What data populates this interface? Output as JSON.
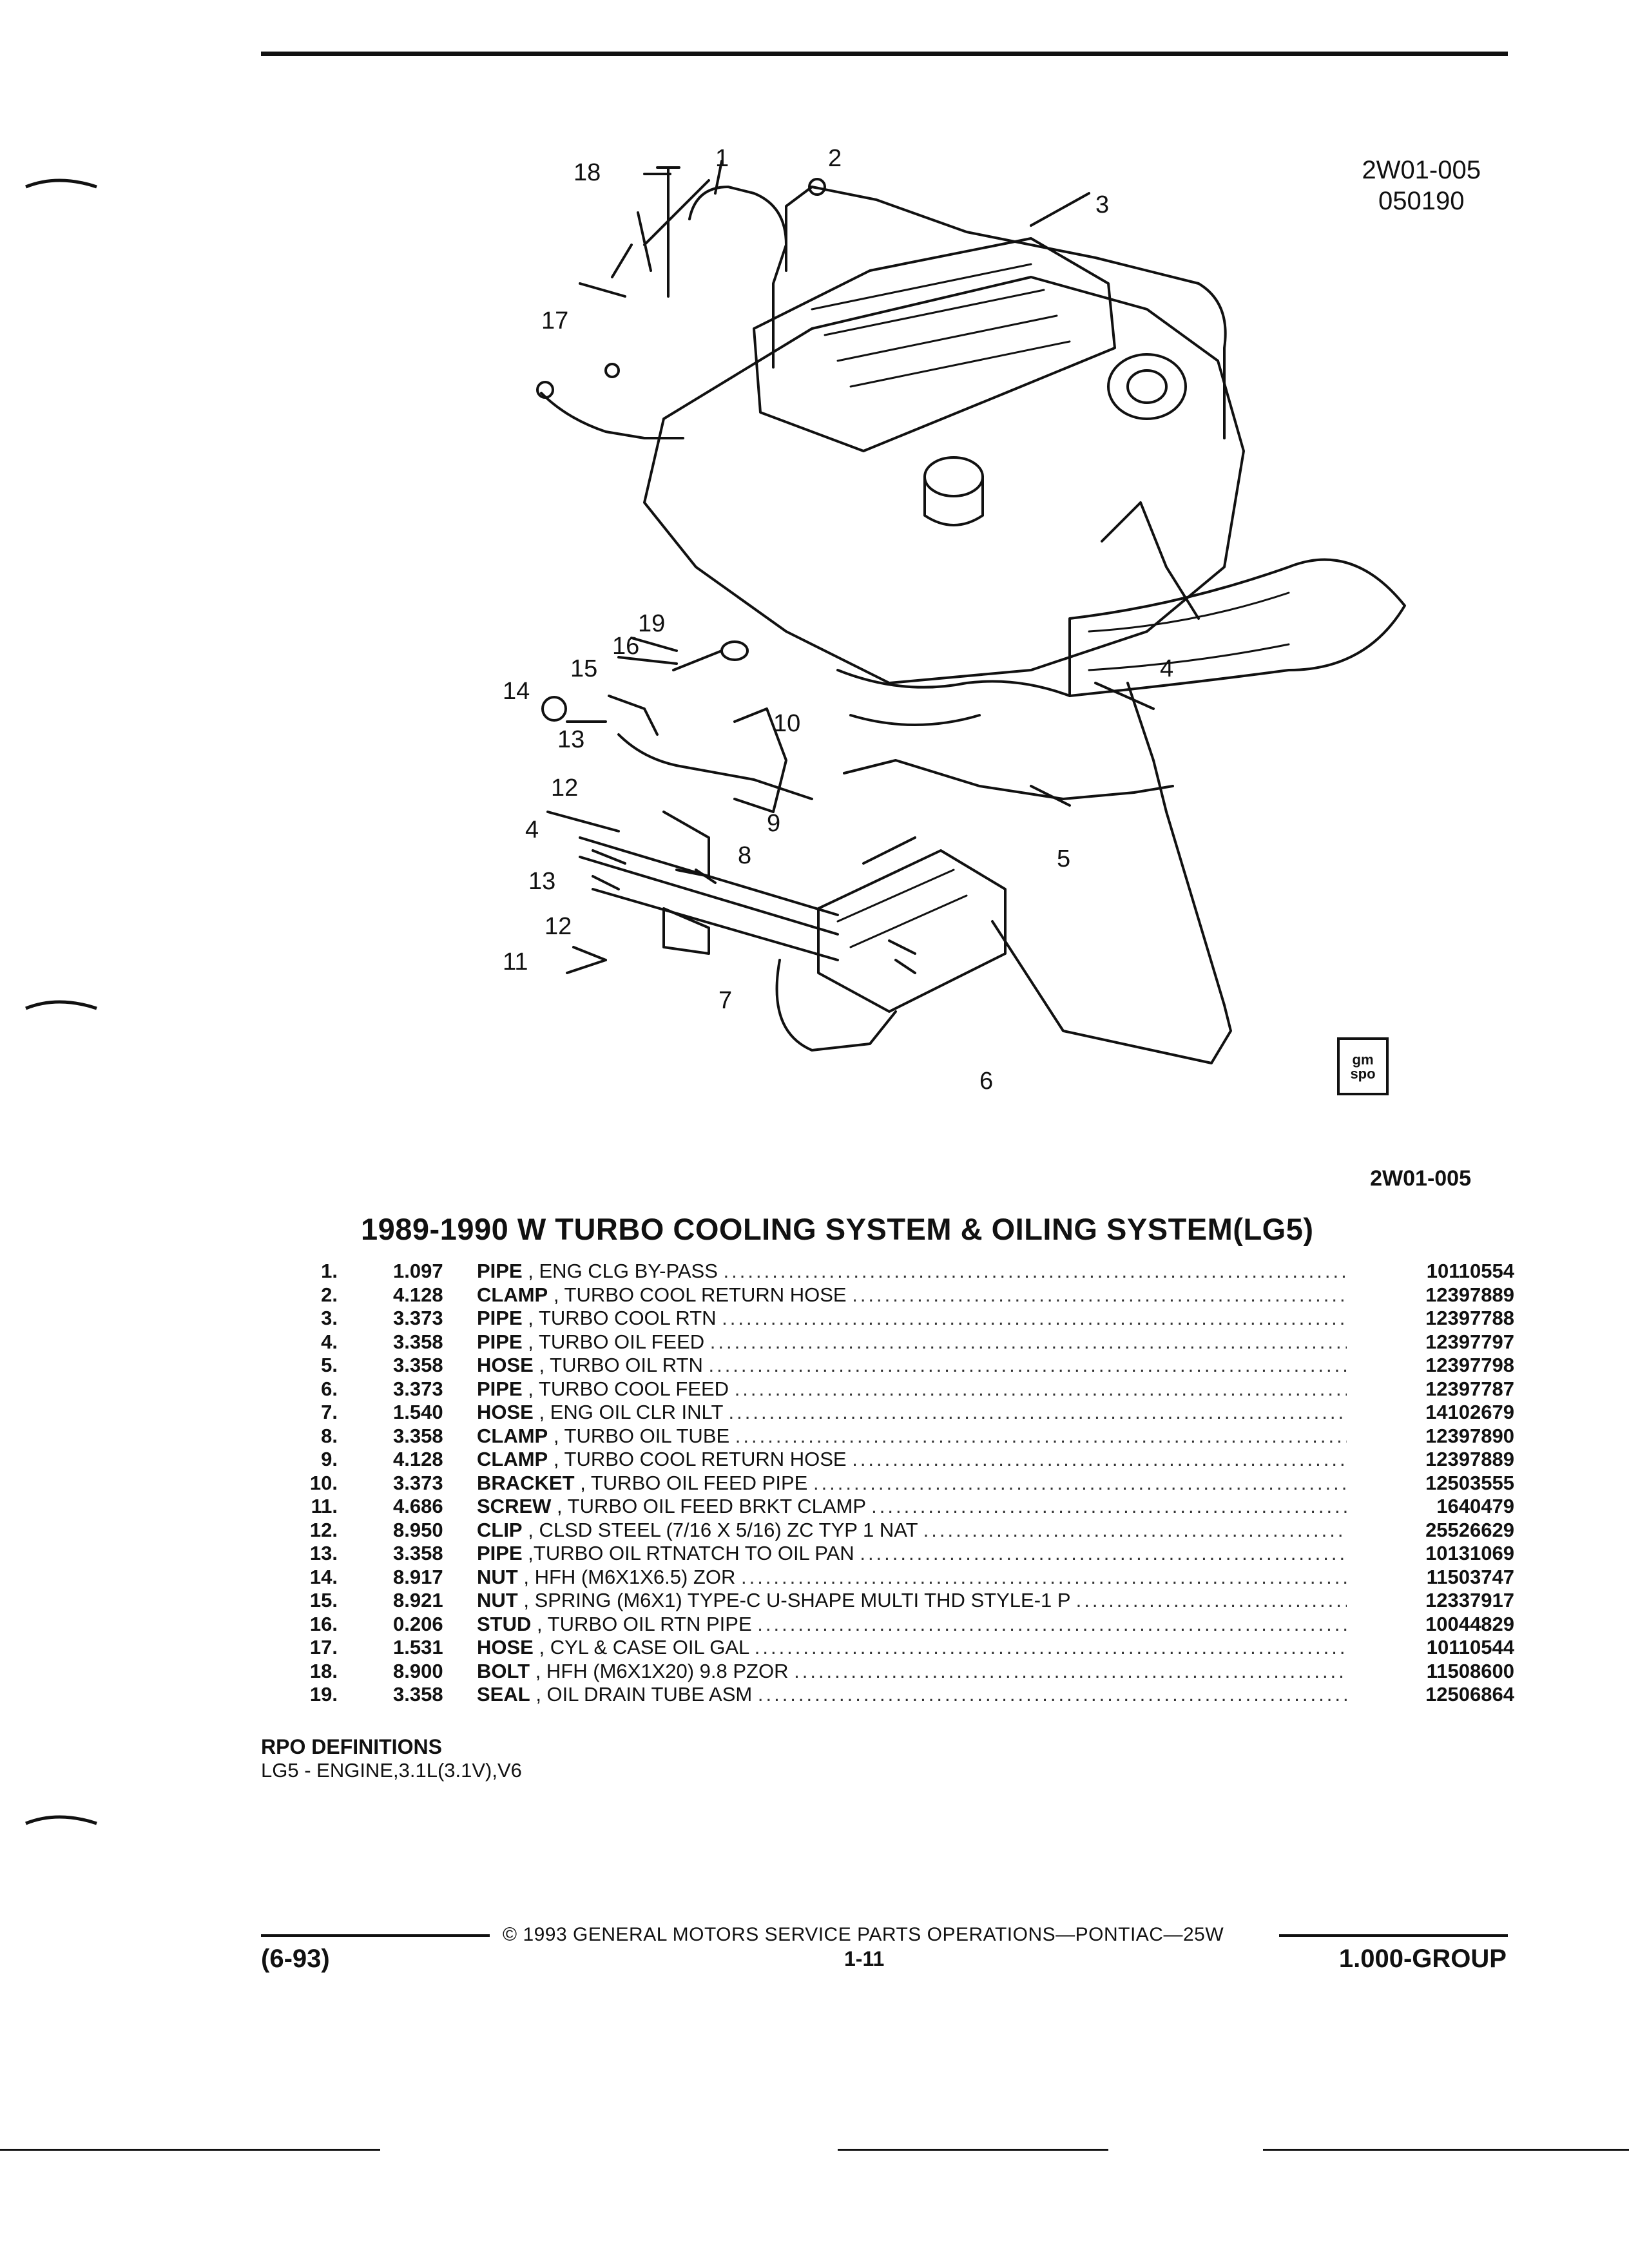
{
  "header": {
    "diagram_code": "2W01-005",
    "date_code": "050190"
  },
  "diagram": {
    "callouts": [
      "1",
      "2",
      "3",
      "4",
      "5",
      "6",
      "7",
      "8",
      "9",
      "10",
      "11",
      "12",
      "13",
      "14",
      "15",
      "16",
      "17",
      "18",
      "19",
      "4",
      "12",
      "13"
    ],
    "badge_text": "gm spo",
    "caption_code": "2W01-005"
  },
  "section_title": "1989-1990 W TURBO COOLING SYSTEM & OILING SYSTEM(LG5)",
  "parts": [
    {
      "num": "1.",
      "code": "1.097",
      "name": "PIPE",
      "detail": ", ENG CLG BY-PASS",
      "pn": "10110554"
    },
    {
      "num": "2.",
      "code": "4.128",
      "name": "CLAMP",
      "detail": ", TURBO COOL RETURN HOSE",
      "pn": "12397889"
    },
    {
      "num": "3.",
      "code": "3.373",
      "name": "PIPE",
      "detail": ", TURBO COOL RTN",
      "pn": "12397788"
    },
    {
      "num": "4.",
      "code": "3.358",
      "name": "PIPE",
      "detail": ", TURBO OIL FEED",
      "pn": "12397797"
    },
    {
      "num": "5.",
      "code": "3.358",
      "name": "HOSE",
      "detail": ", TURBO OIL RTN",
      "pn": "12397798"
    },
    {
      "num": "6.",
      "code": "3.373",
      "name": "PIPE",
      "detail": ", TURBO COOL FEED",
      "pn": "12397787"
    },
    {
      "num": "7.",
      "code": "1.540",
      "name": "HOSE",
      "detail": ", ENG OIL CLR INLT",
      "pn": "14102679"
    },
    {
      "num": "8.",
      "code": "3.358",
      "name": "CLAMP",
      "detail": ", TURBO OIL TUBE",
      "pn": "12397890"
    },
    {
      "num": "9.",
      "code": "4.128",
      "name": "CLAMP",
      "detail": ", TURBO COOL RETURN HOSE",
      "pn": "12397889"
    },
    {
      "num": "10.",
      "code": "3.373",
      "name": "BRACKET",
      "detail": ", TURBO OIL FEED PIPE",
      "pn": "12503555"
    },
    {
      "num": "11.",
      "code": "4.686",
      "name": "SCREW",
      "detail": ", TURBO OIL FEED BRKT CLAMP",
      "pn": "1640479"
    },
    {
      "num": "12.",
      "code": "8.950",
      "name": "CLIP",
      "detail": ", CLSD STEEL (7/16 X 5/16) ZC TYP 1 NAT",
      "pn": "25526629"
    },
    {
      "num": "13.",
      "code": "3.358",
      "name": "PIPE",
      "detail": ",TURBO OIL RTNATCH TO OIL PAN",
      "pn": "10131069"
    },
    {
      "num": "14.",
      "code": "8.917",
      "name": "NUT",
      "detail": ", HFH (M6X1X6.5) ZOR",
      "pn": "11503747"
    },
    {
      "num": "15.",
      "code": "8.921",
      "name": "NUT",
      "detail": ", SPRING (M6X1) TYPE-C U-SHAPE MULTI THD STYLE-1 P",
      "pn": "12337917"
    },
    {
      "num": "16.",
      "code": "0.206",
      "name": "STUD",
      "detail": ", TURBO OIL RTN PIPE",
      "pn": "10044829"
    },
    {
      "num": "17.",
      "code": "1.531",
      "name": "HOSE",
      "detail": ", CYL & CASE OIL GAL",
      "pn": "10110544"
    },
    {
      "num": "18.",
      "code": "8.900",
      "name": "BOLT",
      "detail": ", HFH (M6X1X20) 9.8 PZOR",
      "pn": "11508600"
    },
    {
      "num": "19.",
      "code": "3.358",
      "name": "SEAL",
      "detail": ", OIL DRAIN TUBE ASM",
      "pn": "12506864"
    }
  ],
  "rpo": {
    "heading": "RPO DEFINITIONS",
    "definition": "LG5 - ENGINE,3.1L(3.1V),V6"
  },
  "footer": {
    "copyright": "© 1993 GENERAL MOTORS SERVICE PARTS OPERATIONS—PONTIAC—25W",
    "date": "(6-93)",
    "page": "1-11",
    "group": "1.000-GROUP"
  }
}
